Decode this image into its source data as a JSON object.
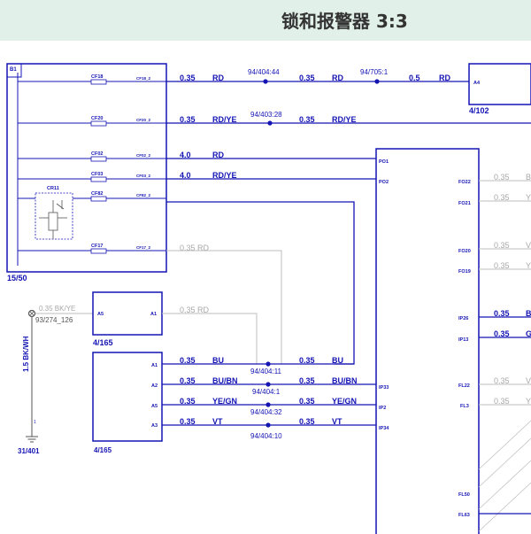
{
  "page": {
    "title": "锁和报警器 3:3"
  },
  "colors": {
    "header_bg": "#e2f0ea",
    "wire": "#1414b4",
    "wire_inactive": "#bdbdbd",
    "label_inactive": "#a8a8a8",
    "ground": "#555555"
  },
  "components": {
    "b1": {
      "code": "B1",
      "ref": "15/50"
    },
    "cr11": "CR11",
    "a4": {
      "pin": "A4",
      "ref": "4/102"
    },
    "m_a": {
      "ref": "4/165",
      "pins": [
        "A5",
        "A1"
      ]
    },
    "m_b": {
      "ref": "4/165",
      "pins": [
        "A1",
        "A2",
        "A5",
        "A3"
      ]
    },
    "ground": {
      "terminal": "93/274_126",
      "wire": "1.5 BK/WH",
      "pin": "1",
      "ref": "31/401"
    }
  },
  "connectors_left": [
    {
      "id": "CF18",
      "out": "CF18_2"
    },
    {
      "id": "CF20",
      "out": "CF20_2"
    },
    {
      "id": "CF02",
      "out": "CF02_2"
    },
    {
      "id": "CF03",
      "out": "CF03_2"
    },
    {
      "id": "CF82",
      "out": "CF82_2"
    },
    {
      "id": "CF17",
      "out": "CF17_2"
    }
  ],
  "wires": {
    "w1": {
      "g1": "0.35",
      "c1": "RD",
      "splice": "94/404:44",
      "g2": "0.35",
      "c2": "RD",
      "splice2": "94/705:1",
      "g3": "0.5",
      "c3": "RD"
    },
    "w2": {
      "g1": "0.35",
      "c1": "RD/YE",
      "splice": "94/403:28",
      "g2": "0.35",
      "c2": "RD/YE"
    },
    "w3": {
      "g": "4.0",
      "c": "RD"
    },
    "w4": {
      "g": "4.0",
      "c": "RD/YE"
    },
    "w6": "0.35 RD",
    "wa5": "0.35 BK/YE",
    "wa1": "0.35 RD",
    "b1": {
      "g1": "0.35",
      "c1": "BU",
      "splice": "94/404:11",
      "g2": "0.35",
      "c2": "BU"
    },
    "b2": {
      "g1": "0.35",
      "c1": "BU/BN",
      "splice": "94/404:1",
      "g2": "0.35",
      "c2": "BU/BN",
      "pin": "IP33"
    },
    "b3": {
      "g1": "0.35",
      "c1": "YE/GN",
      "splice": "94/404:32",
      "g2": "0.35",
      "c2": "YE/GN",
      "pin": "IP2"
    },
    "b4": {
      "g1": "0.35",
      "c1": "VT",
      "splice": "94/404:10",
      "g2": "0.35",
      "c2": "VT",
      "pin": "IP34"
    }
  },
  "center_module": {
    "left_pins": [
      "PO1",
      "PO2"
    ],
    "right_pins": [
      "FO22",
      "FO21",
      "FO20",
      "FO19",
      "IP26",
      "IP13",
      "FL22",
      "FL3",
      "FL50",
      "FL63"
    ]
  },
  "right_wires": [
    {
      "g": "0.35",
      "c": "B",
      "active": false
    },
    {
      "g": "0.35",
      "c": "Y",
      "active": false
    },
    {
      "g": "0.35",
      "c": "V",
      "active": false
    },
    {
      "g": "0.35",
      "c": "Y",
      "active": false
    },
    {
      "g": "0.35",
      "c": "B",
      "active": true
    },
    {
      "g": "0.35",
      "c": "G",
      "active": true
    },
    {
      "g": "0.35",
      "c": "V",
      "active": false
    },
    {
      "g": "0.35",
      "c": "Y",
      "active": false
    }
  ]
}
